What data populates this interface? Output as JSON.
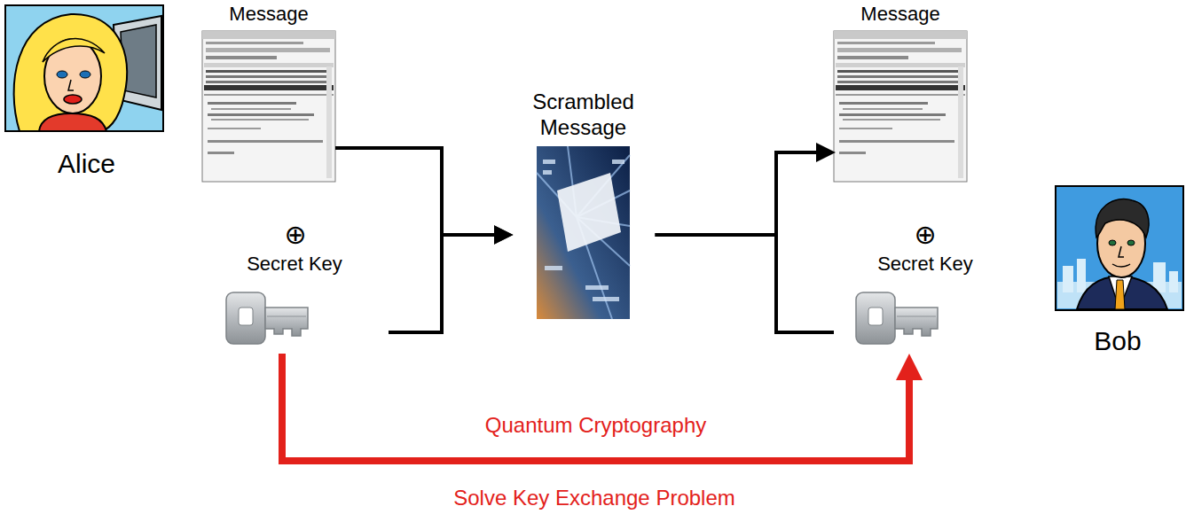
{
  "diagram": {
    "nodes": [
      {
        "text": [
          "Alice"
        ]
      },
      {
        "text": [
          "Message"
        ]
      },
      {
        "text": [
          "Secret Key"
        ]
      },
      {
        "text": [
          "Scrambled Message"
        ]
      },
      {
        "text": [
          "Message"
        ]
      },
      {
        "text": [
          "Secret Key"
        ]
      },
      {
        "text": [
          "Bob"
        ]
      }
    ],
    "edges": [
      {
        "from": 1,
        "to": 3,
        "arrow": "to"
      },
      {
        "from": 2,
        "to": 3,
        "arrow": "to"
      },
      {
        "from": 3,
        "to": 4,
        "arrow": "to"
      },
      {
        "from": 3,
        "to": 5,
        "arrow": "none"
      },
      {
        "from": 2,
        "to": 5,
        "arrow": "to",
        "label": "Quantum Cryptography"
      }
    ],
    "labels": [
      "⊕",
      "⊕",
      "Solve Key Exchange Problem"
    ]
  }
}
